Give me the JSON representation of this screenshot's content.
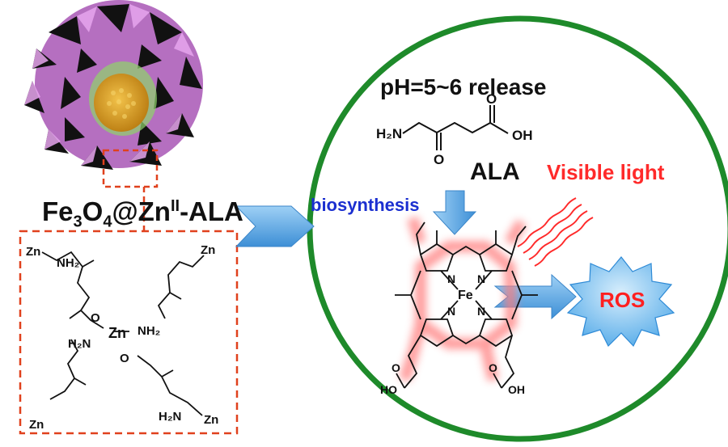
{
  "title": {
    "main": "Fe",
    "sub1": "3",
    "mid1": "O",
    "sub2": "4",
    "mid2": "@Zn",
    "sup": "II",
    "tail": "-ALA"
  },
  "circle": {
    "release_label": "pH=5~6 release",
    "ala_label": "ALA",
    "biosynthesis_label": "biosynthesis",
    "visible_light_label": "Visible light",
    "ros_label": "ROS"
  },
  "ala_molecule": {
    "h2n": "H₂N",
    "oh": "OH",
    "o_top": "O",
    "o_bottom": "O"
  },
  "heme": {
    "metal": "Fe",
    "n1": "N",
    "n2": "N",
    "n3": "N",
    "n4": "N",
    "cooh_left": "HO",
    "cooh_right": "OH",
    "o_left": "O",
    "o_right": "O"
  },
  "complex": {
    "zn_center": "Zn",
    "zn_tl": "Zn",
    "zn_tr": "Zn",
    "zn_bl": "Zn",
    "zn_br": "Zn",
    "nh2_tl": "NH₂",
    "nh2_center": "NH₂",
    "h2n_center": "H₂N",
    "h2n_br": "H₂N",
    "o": "O"
  },
  "colors": {
    "circle_ring": "#1e8a2a",
    "arrow": "#5aa6df",
    "glow": "#ff5a5a",
    "dash_box": "#e0411d",
    "ros_burst": "#7ec3f0",
    "shell": "#c77fd0",
    "core": "#e2a621"
  }
}
